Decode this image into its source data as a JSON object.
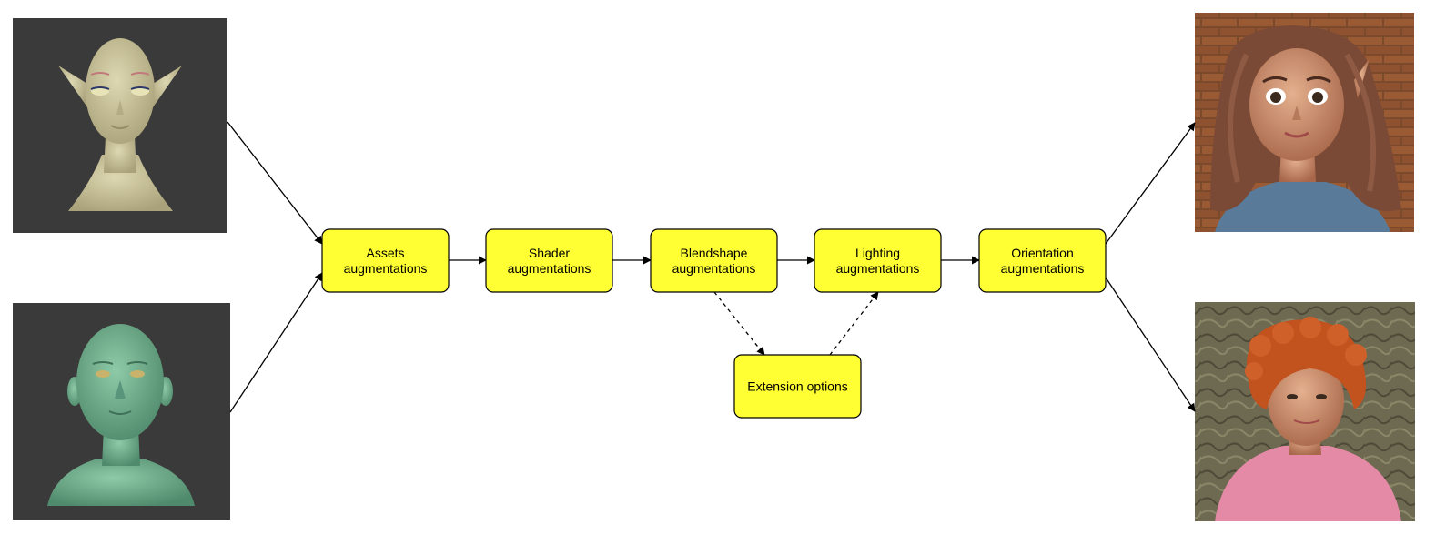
{
  "colors": {
    "node_fill": "#ffff33",
    "node_stroke": "#000000",
    "panel_bg": "#3a3a3a",
    "elf_skin": "#c9c29a",
    "human_skin": "#6fae8e",
    "render_skin": "#c98f6f",
    "brick": "#8a4a2a",
    "rock": "#6e6a52",
    "hoodie_blue": "#5a7a9a",
    "hoodie_pink": "#e58aa6",
    "hair_brown": "#7a4a36",
    "hair_red": "#c2521e"
  },
  "diagram": {
    "nodes": [
      {
        "id": "assets",
        "lines": [
          "Assets",
          "augmentations"
        ]
      },
      {
        "id": "shader",
        "lines": [
          "Shader",
          "augmentations"
        ]
      },
      {
        "id": "blendshape",
        "lines": [
          "Blendshape",
          "augmentations"
        ]
      },
      {
        "id": "lighting",
        "lines": [
          "Lighting",
          "augmentations"
        ]
      },
      {
        "id": "orientation",
        "lines": [
          "Orientation",
          "augmentations"
        ]
      },
      {
        "id": "extension",
        "lines": [
          "Extension options"
        ]
      }
    ],
    "edges": [
      {
        "from": "elf-input",
        "to": "assets",
        "style": "solid"
      },
      {
        "from": "human-input",
        "to": "assets",
        "style": "solid"
      },
      {
        "from": "assets",
        "to": "shader",
        "style": "solid"
      },
      {
        "from": "shader",
        "to": "blendshape",
        "style": "solid"
      },
      {
        "from": "blendshape",
        "to": "lighting",
        "style": "solid"
      },
      {
        "from": "lighting",
        "to": "orientation",
        "style": "solid"
      },
      {
        "from": "blendshape",
        "to": "extension",
        "style": "dashed"
      },
      {
        "from": "extension",
        "to": "lighting",
        "style": "dashed"
      },
      {
        "from": "orientation",
        "to": "elf-render",
        "style": "solid"
      },
      {
        "from": "orientation",
        "to": "human-render",
        "style": "solid"
      }
    ],
    "images": [
      {
        "id": "elf-input",
        "icon": "elf-head-model-icon"
      },
      {
        "id": "human-input",
        "icon": "human-head-model-icon"
      },
      {
        "id": "elf-render",
        "icon": "elf-render-photo-icon"
      },
      {
        "id": "human-render",
        "icon": "human-render-photo-icon"
      }
    ]
  }
}
